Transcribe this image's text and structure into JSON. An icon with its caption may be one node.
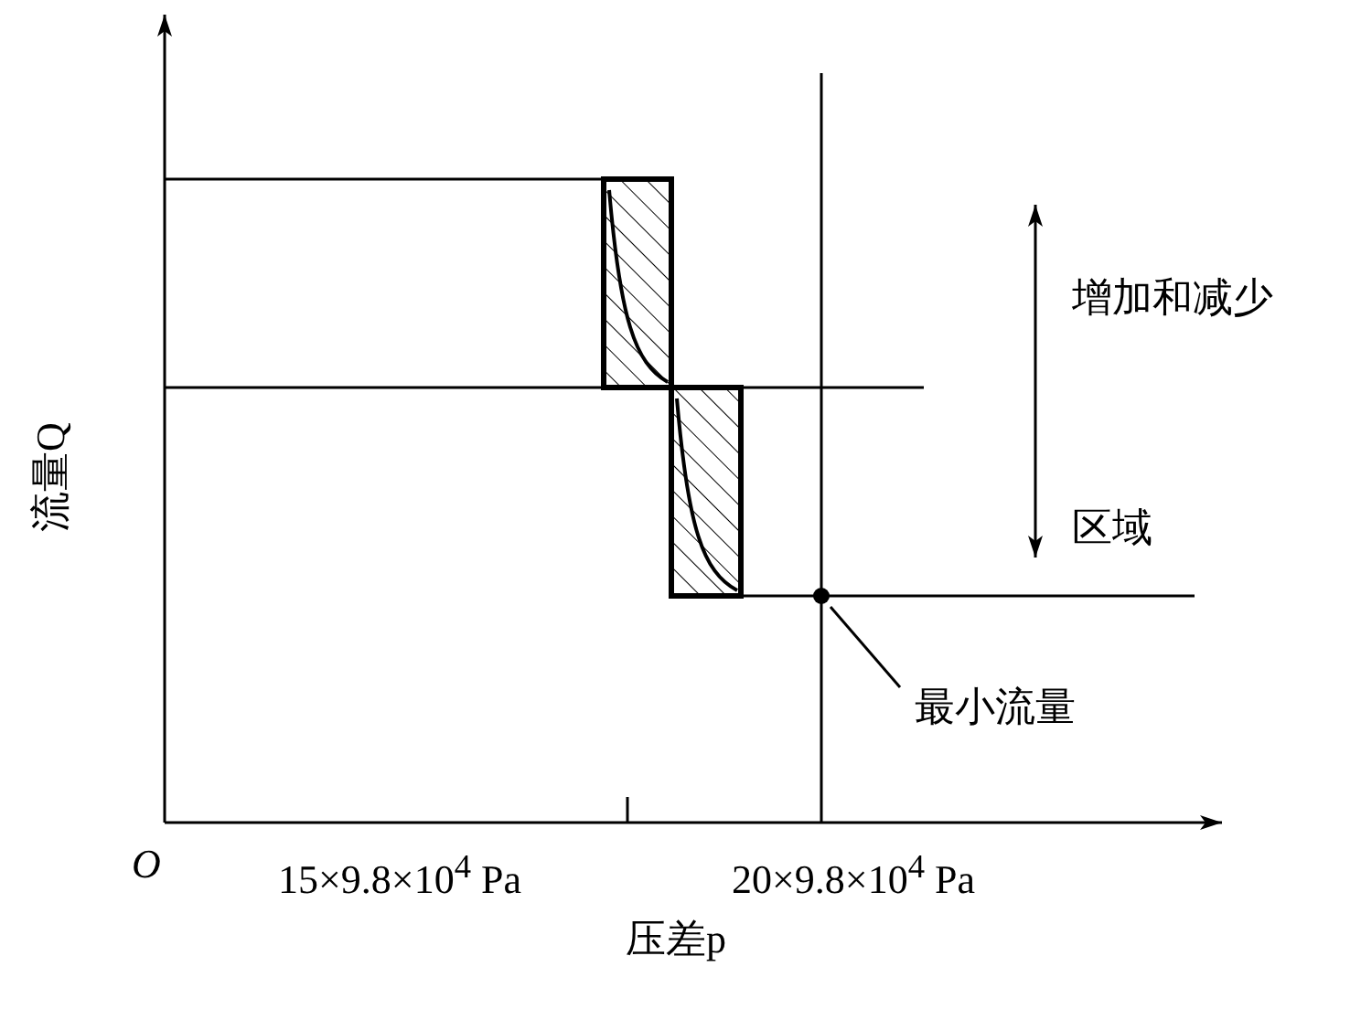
{
  "diagram": {
    "nodes": [
      {
        "text": [
          "最小流量"
        ]
      },
      {
        "text": [],
        "shape": "circle"
      }
    ],
    "edges": [
      {
        "from": 0,
        "to": 1,
        "arrow": "none"
      }
    ],
    "labels": [
      "流量Q",
      "增加和减少",
      "区域",
      "O",
      "15×9.8×10$^{4}$ Pa",
      "20×9.8×10$^{4}$ Pa",
      "压差p"
    ]
  }
}
